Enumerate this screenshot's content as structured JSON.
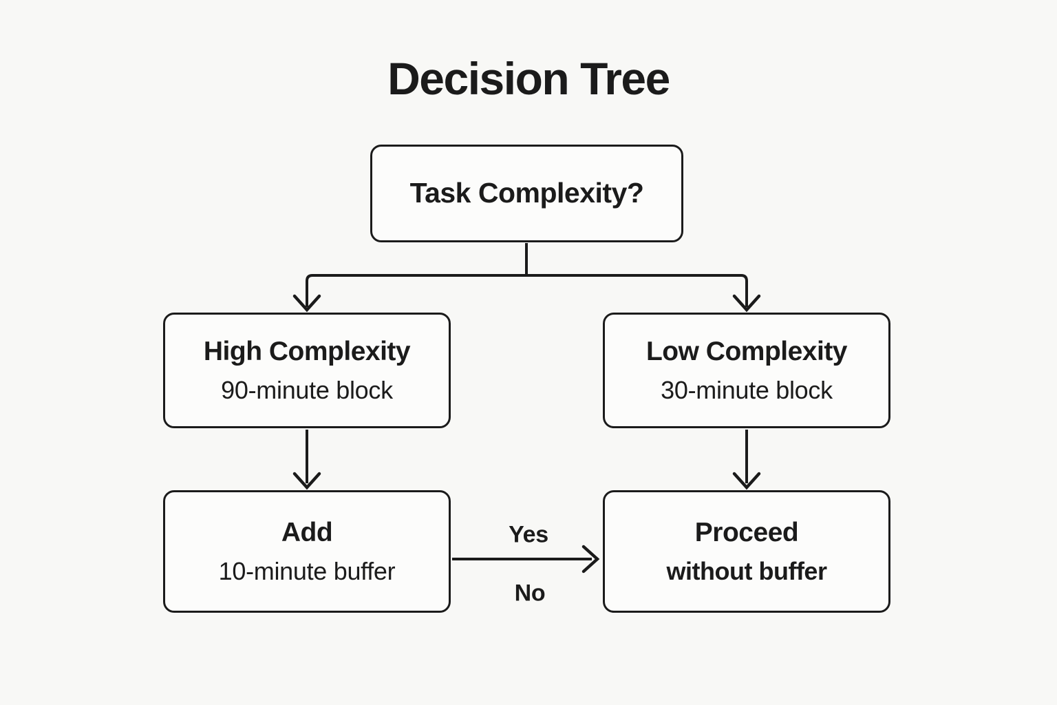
{
  "title": "Decision Tree",
  "colors": {
    "background": "#f8f8f6",
    "node_fill": "#fcfcfb",
    "line": "#1b1b1b",
    "text": "#1b1b1b"
  },
  "nodes": {
    "root": {
      "label": "Task Complexity?"
    },
    "high": {
      "title": "High Complexity",
      "subtitle": "90-minute block"
    },
    "low": {
      "title": "Low Complexity",
      "subtitle": "30-minute block"
    },
    "buffer": {
      "title": "Add",
      "subtitle": "10-minute buffer"
    },
    "proceed": {
      "title": "Proceed",
      "subtitle": "without buffer"
    }
  },
  "edges": {
    "yes_label": "Yes",
    "no_label": "No"
  }
}
